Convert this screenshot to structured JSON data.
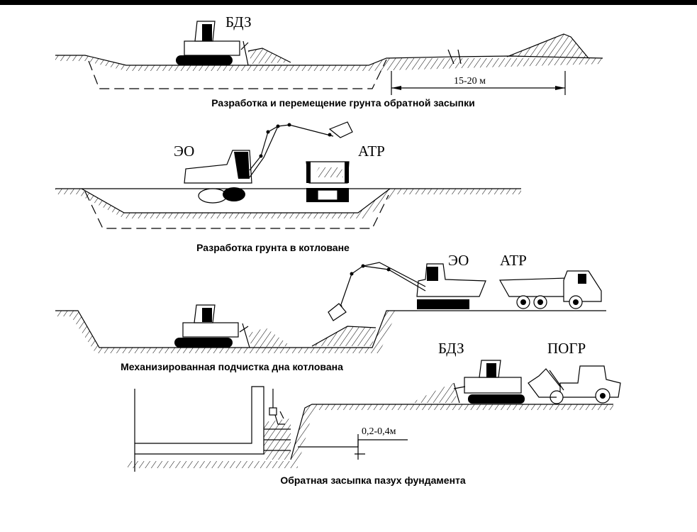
{
  "scene1": {
    "machine": "БДЗ",
    "distance": "15-20 м",
    "caption": "Разработка и перемещение грунта обратной засыпки"
  },
  "scene2": {
    "excavator": "ЭО",
    "truck": "АТР",
    "caption": "Разработка грунта в котловане"
  },
  "scene3": {
    "excavator": "ЭО",
    "truck": "АТР",
    "caption": "Механизированная подчистка дна котлована"
  },
  "scene4": {
    "bulldozer": "БДЗ",
    "compactor": "ПОГР",
    "layer": "0,2-0,4м",
    "caption": "Обратная засыпка пазух фундамента"
  }
}
